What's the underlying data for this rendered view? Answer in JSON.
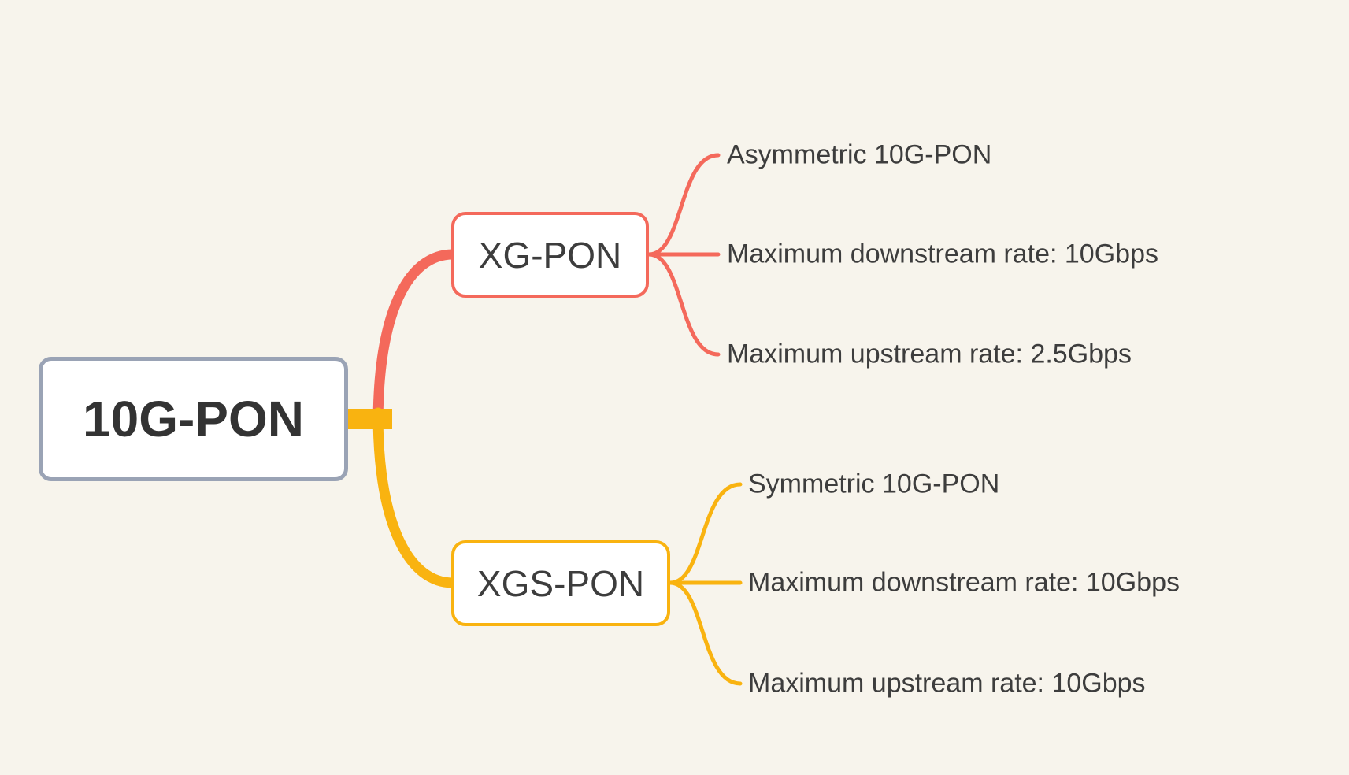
{
  "canvas": {
    "background_color": "#f7f4ec",
    "text_color": "#3d3d3d"
  },
  "colors": {
    "root_border": "#9aa3b5",
    "coral_branch": "#f4695b",
    "amber_branch": "#f9b310"
  },
  "root": {
    "label": "10G-PON"
  },
  "branches": [
    {
      "label": "XG-PON",
      "color": "#f4695b",
      "children": [
        {
          "label": "Asymmetric 10G-PON"
        },
        {
          "label": "Maximum downstream rate: 10Gbps"
        },
        {
          "label": "Maximum upstream rate: 2.5Gbps"
        }
      ]
    },
    {
      "label": "XGS-PON",
      "color": "#f9b310",
      "children": [
        {
          "label": "Symmetric 10G-PON"
        },
        {
          "label": "Maximum downstream rate: 10Gbps"
        },
        {
          "label": "Maximum upstream rate: 10Gbps"
        }
      ]
    }
  ]
}
